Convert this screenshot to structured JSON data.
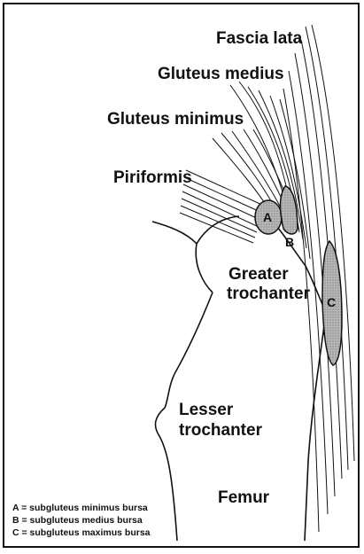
{
  "labels": {
    "fascia_lata": "Fascia lata",
    "gluteus_medius": "Gluteus medius",
    "gluteus_minimus": "Gluteus minimus",
    "piriformis": "Piriformis",
    "greater_trochanter_1": "Greater",
    "greater_trochanter_2": "trochanter",
    "lesser_trochanter_1": "Lesser",
    "lesser_trochanter_2": "trochanter",
    "femur": "Femur"
  },
  "bursa_letters": {
    "a": "A",
    "b": "B",
    "c": "C"
  },
  "legend": [
    "A = subgluteus minimus bursa",
    "B = subgluteus medius bursa",
    "C = subgluteus maximus bursa"
  ]
}
